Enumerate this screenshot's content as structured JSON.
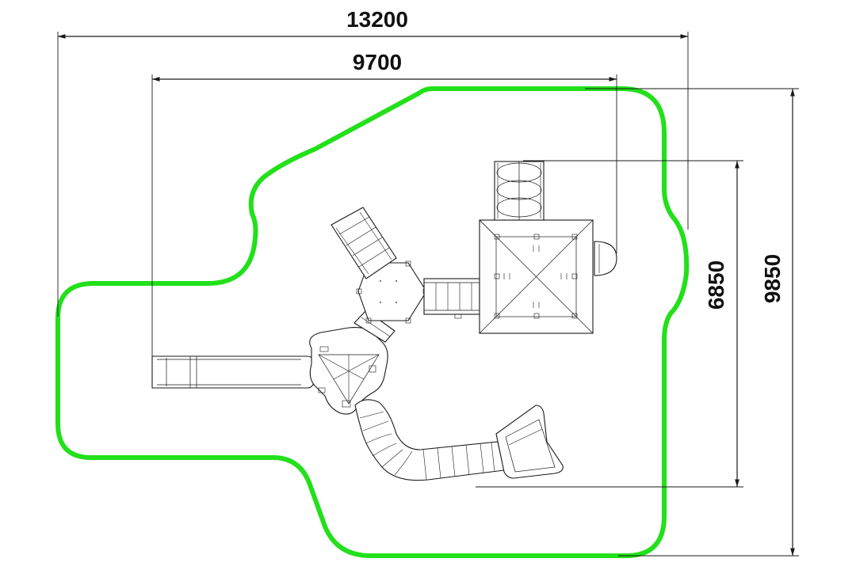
{
  "dimensions": {
    "overall_width": "13200",
    "equipment_width": "9700",
    "equipment_depth": "6850",
    "overall_depth": "9850"
  },
  "colors": {
    "safety_zone": "#22e01a",
    "linework": "#1a1a1a",
    "background": "#ffffff"
  }
}
